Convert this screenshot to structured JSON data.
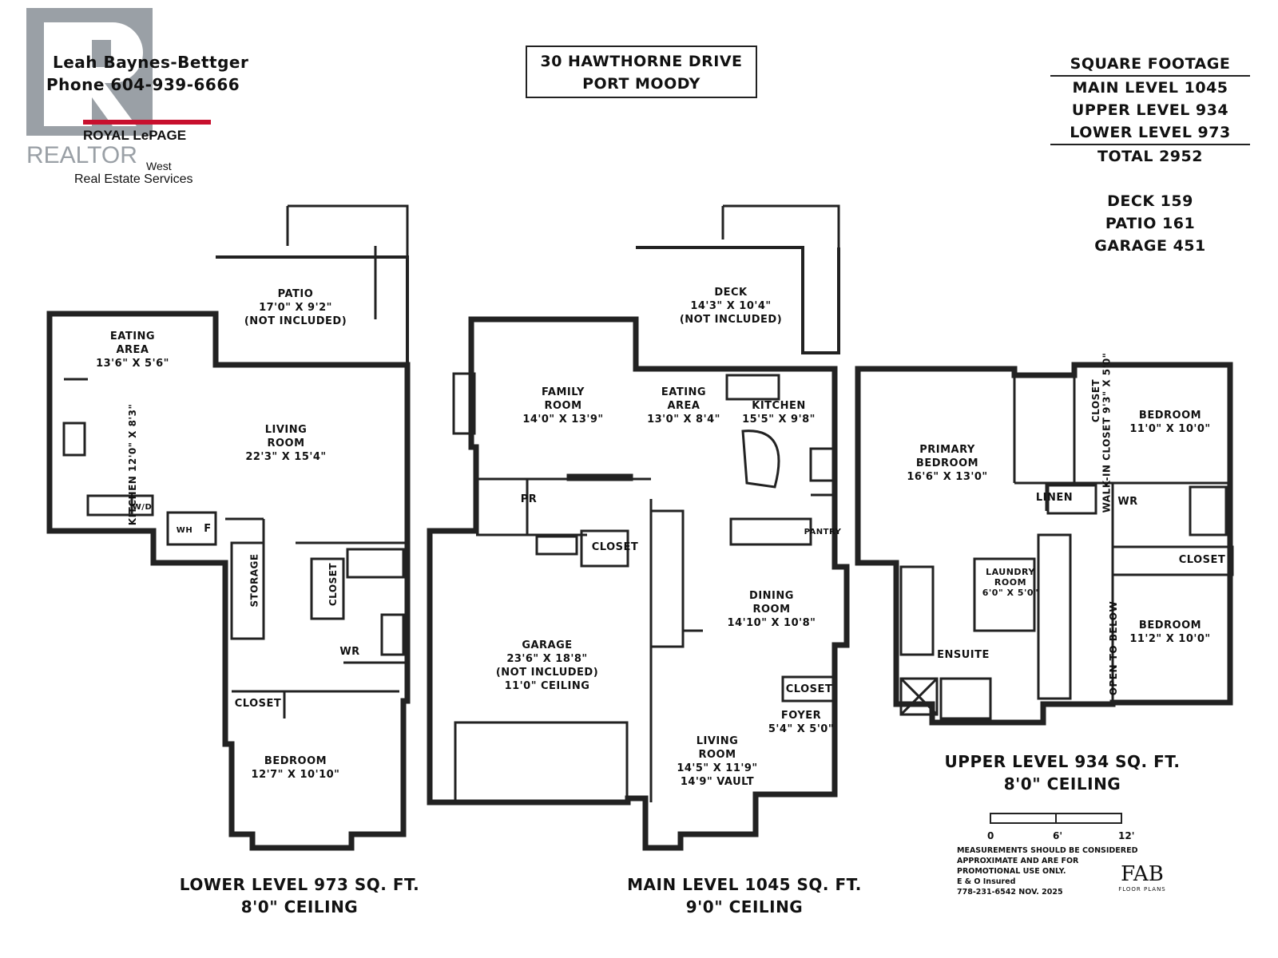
{
  "header": {
    "agent_name": "Leah Baynes-Bettger",
    "agent_phone": "Phone 604-939-6666",
    "brand": "ROYAL LePAGE",
    "realtor": "REALTOR",
    "brand_west": "West",
    "brand_services": "Real Estate Services",
    "address_line1": "30 HAWTHORNE DRIVE",
    "address_line2": "PORT MOODY"
  },
  "square_footage": {
    "title": "SQUARE FOOTAGE",
    "main": "MAIN LEVEL 1045",
    "upper": "UPPER LEVEL 934",
    "lower": "LOWER LEVEL 973",
    "total": "TOTAL 2952",
    "deck": "DECK 159",
    "patio": "PATIO 161",
    "garage": "GARAGE 451"
  },
  "lower_level": {
    "caption1": "LOWER LEVEL 973 SQ. FT.",
    "caption2": "8'0\" CEILING",
    "rooms": {
      "patio": "PATIO\n17'0\" X 9'2\"\n(NOT INCLUDED)",
      "eating": "EATING\nAREA\n13'6\" X 5'6\"",
      "kitchen": "KITCHEN\n12'0\" X 8'3\"",
      "living": "LIVING\nROOM\n22'3\" X 15'4\"",
      "wd": "W/D",
      "wh": "WH",
      "f": "F",
      "storage": "STORAGE",
      "closet1": "CLOSET",
      "wr": "WR",
      "closet2": "CLOSET",
      "bedroom": "BEDROOM\n12'7\" X 10'10\""
    }
  },
  "main_level": {
    "caption1": "MAIN LEVEL 1045 SQ. FT.",
    "caption2": "9'0\" CEILING",
    "rooms": {
      "deck": "DECK\n14'3\" X 10'4\"\n(NOT INCLUDED)",
      "family": "FAMILY\nROOM\n14'0\" X 13'9\"",
      "eating": "EATING\nAREA\n13'0\" X 8'4\"",
      "kitchen": "KITCHEN\n15'5\" X 9'8\"",
      "pr": "PR",
      "closet": "CLOSET",
      "pantry": "PANTRY",
      "dining": "DINING\nROOM\n14'10\" X 10'8\"",
      "garage": "GARAGE\n23'6\" X 18'8\"\n(NOT INCLUDED)\n11'0\" CEILING",
      "closet2": "CLOSET",
      "foyer": "FOYER\n5'4\" X 5'0\"",
      "living": "LIVING\nROOM\n14'5\" X 11'9\"\n14'9\" VAULT"
    }
  },
  "upper_level": {
    "caption1": "UPPER LEVEL 934 SQ. FT.",
    "caption2": "8'0\" CEILING",
    "rooms": {
      "primary": "PRIMARY\nBEDROOM\n16'6\" X 13'0\"",
      "walkin": "WALK-IN\nCLOSET\n9'3\" X 5'0\"",
      "closet_top": "CLOSET",
      "bedroom1": "BEDROOM\n11'0\" X 10'0\"",
      "linen": "LINEN",
      "wr": "WR",
      "laundry": "LAUNDRY\nROOM\n6'0\" X 5'0\"",
      "closet2": "CLOSET",
      "ensuite": "ENSUITE",
      "open_below": "OPEN TO BELOW",
      "bedroom2": "BEDROOM\n11'2\" X 10'0\""
    }
  },
  "footer": {
    "scale_0": "0",
    "scale_6": "6'",
    "scale_12": "12'",
    "disclaimer1": "MEASUREMENTS SHOULD BE CONSIDERED",
    "disclaimer2": "APPROXIMATE AND ARE FOR",
    "disclaimer3": "PROMOTIONAL USE ONLY.",
    "disclaimer4": "E & O Insured",
    "disclaimer5": "778-231-6542  NOV. 2025",
    "fab": "FAB",
    "fab_sub": "FLOOR PLANS"
  }
}
